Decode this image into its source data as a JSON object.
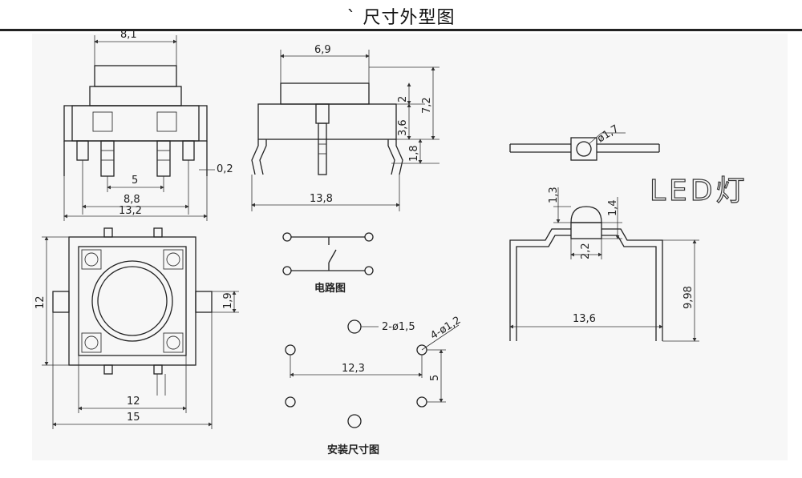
{
  "header": {
    "title": "` 尺寸外型图"
  },
  "top_left_view": {
    "dims": {
      "width_top": "8,1",
      "pin_pitch": "5",
      "pin_span": "8,8",
      "overall": "13,2",
      "lead": "0,2"
    }
  },
  "side_view": {
    "dims": {
      "cap_width": "6,9",
      "d2": "2",
      "d36": "3,6",
      "d72": "7,2",
      "d18": "1,8",
      "base": "13,8"
    }
  },
  "front_view": {
    "dims": {
      "height": "12",
      "width_inner": "12",
      "width_outer": "15",
      "tab": "1,9"
    }
  },
  "circuit": {
    "caption": "电路图"
  },
  "mounting": {
    "caption": "安装尺寸图",
    "hole_a": "2-ø1,5",
    "hole_b": "4-ø1,2",
    "pitch_x": "12,3",
    "pitch_y": "5"
  },
  "led": {
    "label": "LED灯",
    "lead_dia": "ø1,7",
    "d13": "1,3",
    "d14": "1,4",
    "d22": "2,2",
    "span": "13,6",
    "height": "9,98"
  }
}
